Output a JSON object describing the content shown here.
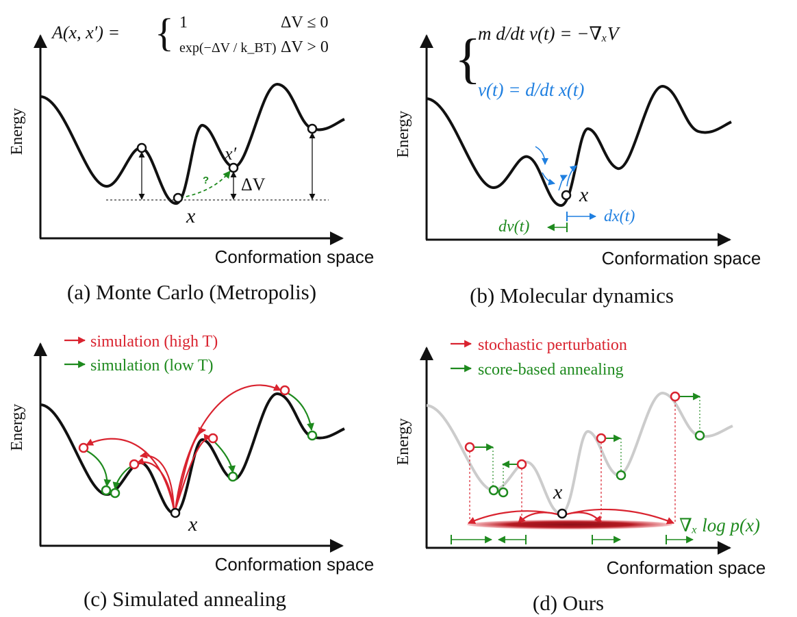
{
  "colors": {
    "red": "#d9232f",
    "green": "#1e8a1e",
    "blue": "#1f7fe0",
    "black": "#111111",
    "grey": "#cccccc"
  },
  "panel_a": {
    "caption": "(a) Monte Carlo (Metropolis)",
    "y_label": "Energy",
    "x_label": "Conformation space",
    "formula_lhs": "A(x, x′) =",
    "case1_value": "1",
    "case1_cond": "ΔV ≤ 0",
    "case2_value": "exp(−ΔV / k_BT)",
    "case2_cond": "ΔV > 0",
    "x_label_point": "x",
    "xprime_label": "x′",
    "delta_label": "ΔV",
    "question_mark": "?"
  },
  "panel_b": {
    "caption": "(b) Molecular dynamics",
    "y_label": "Energy",
    "x_label": "Conformation space",
    "eq1": "m d/dt v(t) = −∇ₓV",
    "eq2": "v(t) = d/dt x(t)",
    "x_label_point": "x",
    "dv_label": "dv(t)",
    "dx_label": "dx(t)"
  },
  "panel_c": {
    "caption": "(c) Simulated annealing",
    "y_label": "Energy",
    "x_label": "Conformation space",
    "legend_high": "simulation (high T)",
    "legend_low": "simulation (low T)",
    "x_label_point": "x"
  },
  "panel_d": {
    "caption": "(d) Ours",
    "y_label": "Energy",
    "x_label": "Conformation space",
    "legend_red": "stochastic perturbation",
    "legend_green": "score-based annealing",
    "x_label_point": "x",
    "score_label": "∇ₓ log p(x)"
  }
}
